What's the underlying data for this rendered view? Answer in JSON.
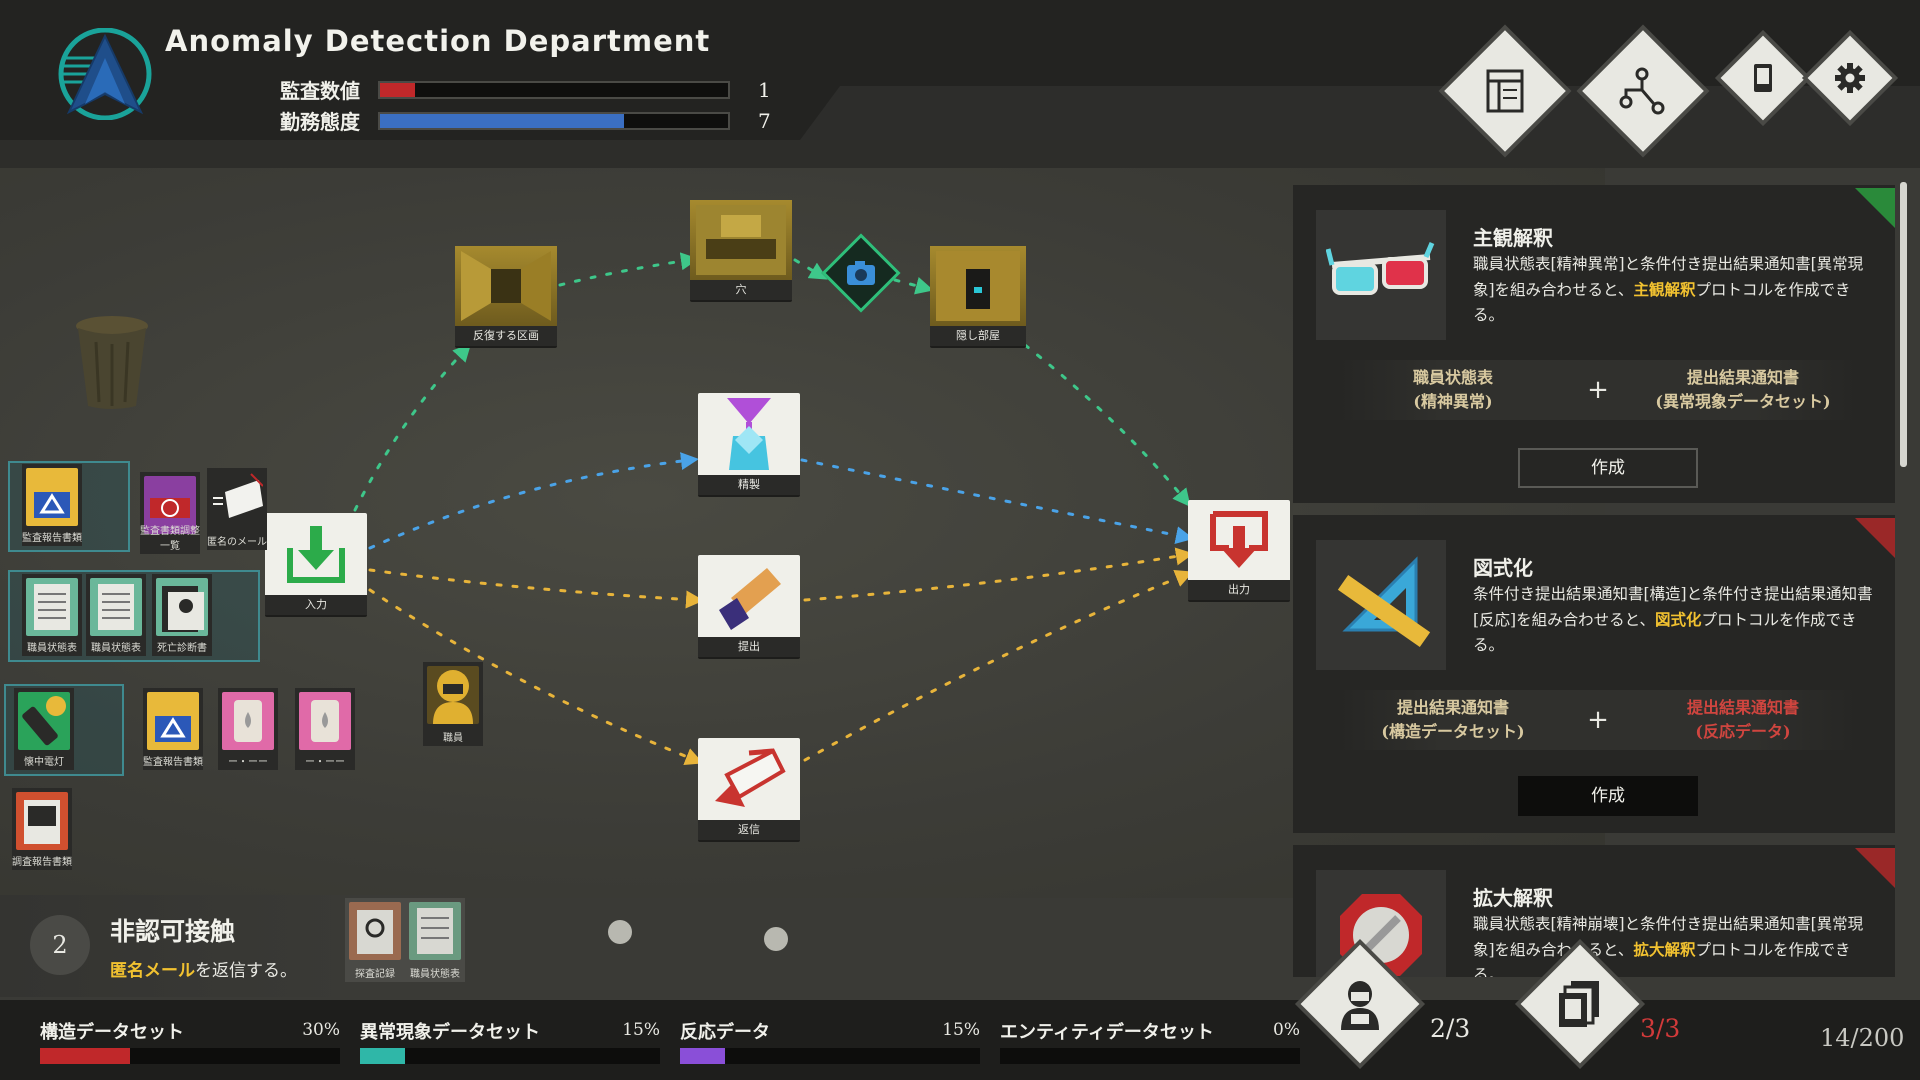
{
  "header": {
    "title": "Anomaly Detection Department",
    "stats": [
      {
        "label": "監査数値",
        "value": "1",
        "level": 0.1,
        "color": "#c0282a"
      },
      {
        "label": "勤務態度",
        "value": "7",
        "level": 0.7,
        "color": "#3b6fc2"
      }
    ],
    "buttons": [
      "document-icon",
      "flowchart-icon",
      "phone-icon",
      "gear-icon"
    ]
  },
  "workspace": {
    "nodes": {
      "loop_corridor": "反復する区画",
      "hole": "穴",
      "hidden_room": "隠し部屋",
      "refine": "精製",
      "submit": "提出",
      "reply": "返信",
      "input": "入力",
      "output": "出力",
      "staff": "職員"
    },
    "cards": {
      "group1": [
        "監査報告書類"
      ],
      "misc1": [
        "監査書類調整一覧",
        "匿名のメール"
      ],
      "group2": [
        "職員状態表",
        "職員状態表",
        "死亡診断書"
      ],
      "group3": [
        "懐中電灯"
      ],
      "misc2": [
        "監査報告書類",
        "ー・ーー",
        "ー・ーー"
      ],
      "misc3": [
        "調査報告書類"
      ]
    }
  },
  "protocols": [
    {
      "title": "主観解釈",
      "desc_parts": [
        "職員状態表[精神異常]と条件付き提出結果通知書[異常現象]を組み合わせると、",
        "主観解釈",
        "プロトコルを作成できる。"
      ],
      "ingredient1": "職員状態表\n(精神異常)",
      "ingredient2": "提出結果通知書\n(異常現象データセット)",
      "ingredient2_color": "#d8c9a0",
      "button": "作成"
    },
    {
      "title": "図式化",
      "desc_parts": [
        "条件付き提出結果通知書[構造]と条件付き提出結果通知書[反応]を組み合わせると、",
        "図式化",
        "プロトコルを作成できる。"
      ],
      "ingredient1": "提出結果通知書\n(構造データセット)",
      "ingredient2": "提出結果通知書\n(反応データ)",
      "ingredient2_color": "#d0453f",
      "button": "作成"
    },
    {
      "title": "拡大解釈",
      "desc_parts": [
        "職員状態表[精神崩壊]と条件付き提出結果通知書[異常現象]を組み合わせると、",
        "拡大解釈",
        "プロトコルを作成できる。"
      ]
    }
  ],
  "mission": {
    "number": "2",
    "title": "非認可接触",
    "desc_hl": "匿名メール",
    "desc_rest": "を返信する。",
    "cards": [
      "探査記録",
      "職員状態表"
    ]
  },
  "bottom": {
    "datasets": [
      {
        "name": "構造データセット",
        "pct": "30%",
        "level": 0.3,
        "color": "#c0282a"
      },
      {
        "name": "異常現象データセット",
        "pct": "15%",
        "level": 0.15,
        "color": "#2fb7a8"
      },
      {
        "name": "反応データ",
        "pct": "15%",
        "level": 0.15,
        "color": "#8a4fd8"
      },
      {
        "name": "エンティティデータセット",
        "pct": "0%",
        "level": 0,
        "color": "#777"
      }
    ],
    "staff_count": "2/3",
    "doc_count": "3/3",
    "total": "14/200"
  }
}
